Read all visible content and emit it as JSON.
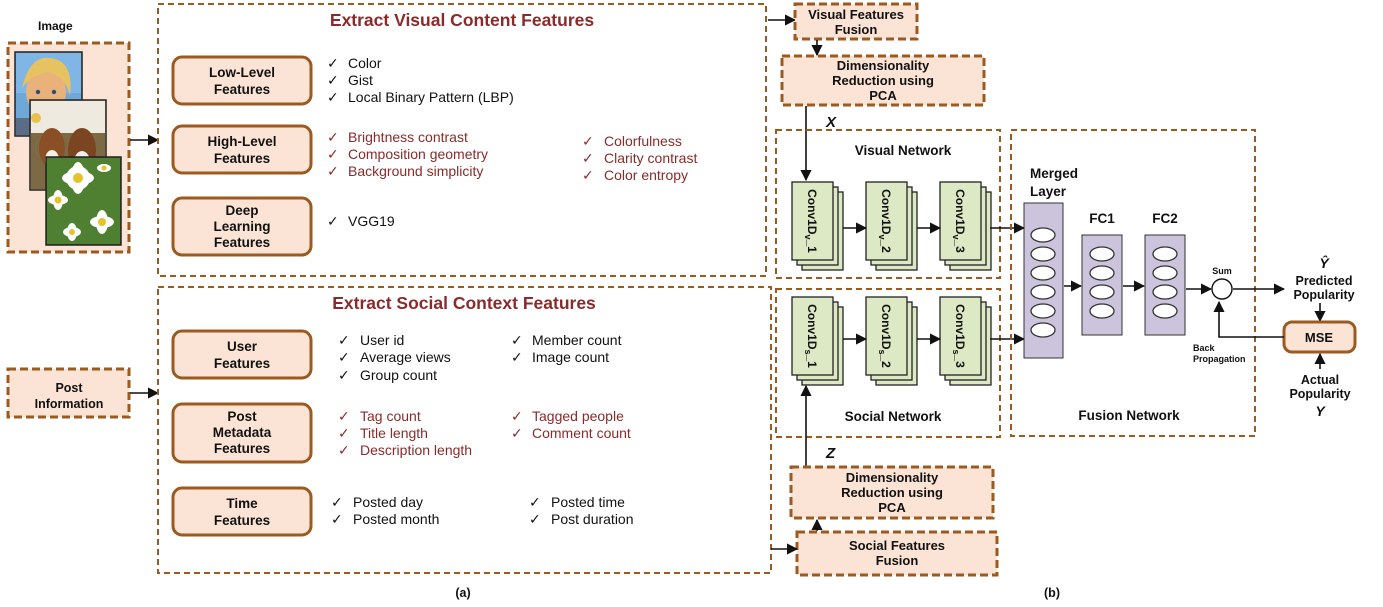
{
  "part_a": {
    "image_label": "Image",
    "post_info_box": [
      "Post",
      "Information"
    ],
    "visual_section_title": "Extract Visual Content Features",
    "social_section_title": "Extract Social Context Features",
    "low_level_box": [
      "Low-Level",
      "Features"
    ],
    "low_level_items": [
      "Color",
      "Gist",
      "Local Binary Pattern (LBP)"
    ],
    "high_level_box": [
      "High-Level",
      "Features"
    ],
    "high_level_items_left": [
      "Brightness contrast",
      "Composition geometry",
      "Background simplicity"
    ],
    "high_level_items_right": [
      "Colorfulness",
      "Clarity contrast",
      "Color entropy"
    ],
    "deep_box": [
      "Deep",
      "Learning",
      "Features"
    ],
    "deep_items": [
      "VGG19"
    ],
    "user_box": [
      "User",
      "Features"
    ],
    "user_items_left": [
      "User id",
      "Average views",
      "Group count"
    ],
    "user_items_right": [
      "Member count",
      "Image count"
    ],
    "post_meta_box": [
      "Post",
      "Metadata",
      "Features"
    ],
    "post_meta_items_left": [
      "Tag count",
      "Title length",
      "Description length"
    ],
    "post_meta_items_right": [
      "Tagged people",
      "Comment count"
    ],
    "time_box": [
      "Time",
      "Features"
    ],
    "time_items_left": [
      "Posted day",
      "Posted month"
    ],
    "time_items_right": [
      "Posted time",
      "Post duration"
    ],
    "caption": "(a)"
  },
  "part_b": {
    "visual_fusion_box": [
      "Visual Features",
      "Fusion"
    ],
    "visual_pca_box": [
      "Dimensionality",
      "Reduction using",
      "PCA"
    ],
    "x_symbol": "X",
    "visual_network_title": "Visual Network",
    "visual_conv": [
      {
        "main": "Conv1D",
        "sub": "v",
        "idx": "_1"
      },
      {
        "main": "Conv1D",
        "sub": "v",
        "idx": "_2"
      },
      {
        "main": "Conv1D",
        "sub": "v",
        "idx": "_3"
      }
    ],
    "social_conv": [
      {
        "main": "Conv1D",
        "sub": "s",
        "idx": "_1"
      },
      {
        "main": "Conv1D",
        "sub": "s",
        "idx": "_2"
      },
      {
        "main": "Conv1D",
        "sub": "s",
        "idx": "_3"
      }
    ],
    "social_network_title": "Social Network",
    "z_symbol": "Z",
    "social_pca_box": [
      "Dimensionality",
      "Reduction using",
      "PCA"
    ],
    "social_fusion_box": [
      "Social Features",
      "Fusion"
    ],
    "merged_layer_label": [
      "Merged",
      "Layer"
    ],
    "fc1_label": "FC1",
    "fc2_label": "FC2",
    "sum_label": "Sum",
    "fusion_network_title": "Fusion Network",
    "y_hat_symbol": "Ŷ",
    "predicted_label": [
      "Predicted",
      "Popularity"
    ],
    "mse_box": "MSE",
    "back_prop_label": [
      "Back",
      "Propagation"
    ],
    "actual_label": [
      "Actual",
      "Popularity"
    ],
    "y_symbol": "Y",
    "caption": "(b)"
  },
  "colors": {
    "box_border": "#9c5a1f",
    "box_fill": "#fbe4d5",
    "red_text": "#8b2a2a",
    "conv_fill": "#dde8c4",
    "fc_fill": "#ccc3dd"
  }
}
